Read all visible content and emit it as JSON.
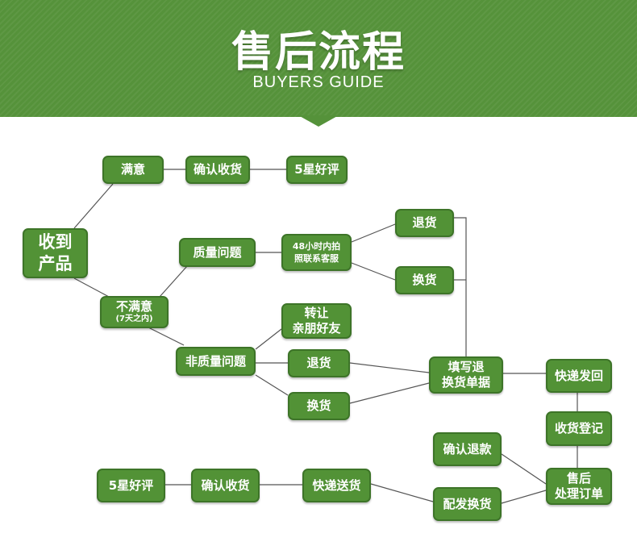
{
  "header": {
    "title": "售后流程",
    "subtitle": "BUYERS GUIDE"
  },
  "colors": {
    "banner": "#55923a",
    "node": "#529236",
    "line": "#555555"
  },
  "nodes": {
    "receive": {
      "line1": "收到",
      "line2": "产品"
    },
    "satisfied": "满意",
    "confirm_top": "确认收货",
    "rating_top": "5星好评",
    "unsatisfied": {
      "label": "不满意",
      "note": "(7天之内)"
    },
    "quality": "质量问题",
    "contact": {
      "line1": "48小时内拍",
      "line2": "照联系客服"
    },
    "return_top": "退货",
    "exchange_top": "换货",
    "non_quality": "非质量问题",
    "transfer": {
      "line1": "转让",
      "line2": "亲朋好友"
    },
    "return_mid": "退货",
    "exchange_mid": "换货",
    "fill_form": {
      "line1": "填写退",
      "line2": "换货单据"
    },
    "express_back": "快递发回",
    "receipt_register": "收货登记",
    "after_sale": {
      "line1": "售后",
      "line2": "处理订单"
    },
    "confirm_refund": "确认退款",
    "ship_exchange": "配发换货",
    "express_send": "快递送货",
    "confirm_bottom": "确认收货",
    "rating_bottom": "5星好评"
  }
}
